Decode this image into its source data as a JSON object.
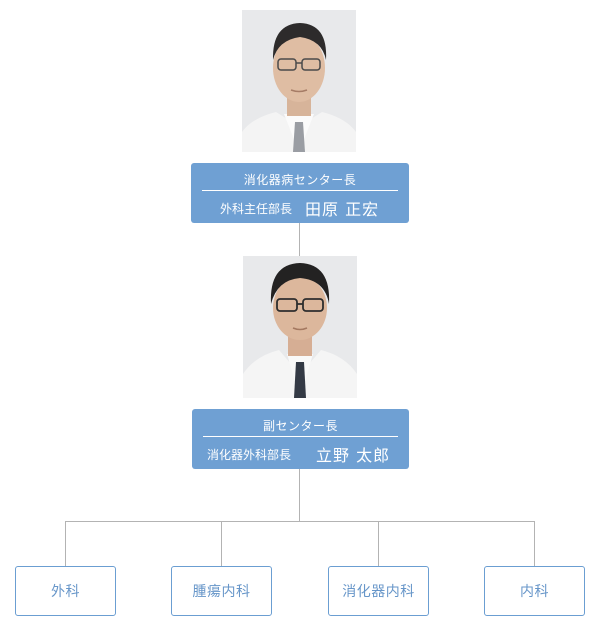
{
  "center_head": {
    "title": "消化器病センター長",
    "department": "外科主任部長",
    "name": "田原 正宏"
  },
  "deputy_head": {
    "title": "副センター長",
    "department": "消化器外科部長",
    "name": "立野 太郎"
  },
  "departments": [
    {
      "label": "外科"
    },
    {
      "label": "腫瘍内科"
    },
    {
      "label": "消化器内科"
    },
    {
      "label": "内科"
    }
  ],
  "colors": {
    "role_box": "#6fa0d3",
    "dept_border": "#6b9ed2",
    "dept_text": "#6796c9",
    "connector": "#b3b3b3"
  }
}
